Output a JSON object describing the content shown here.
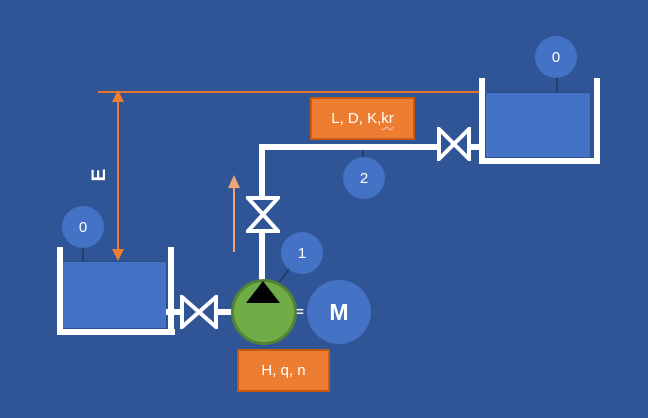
{
  "nodes": {
    "reservoir_upper": "0",
    "reservoir_lower": "0",
    "pump_suction": "1",
    "pipe_discharge": "2"
  },
  "motor_label": "M",
  "coupling_label": "=",
  "elevation_label": "E",
  "pipe_properties_prefix": "L, D, K, ",
  "pipe_properties_kr": "kr",
  "pump_properties": "H, q, n",
  "colors": {
    "background": "#2F5597",
    "node_blue": "#4472C4",
    "orange": "#ED7D31",
    "orange_border": "#C55A11",
    "pump_green": "#70AD47",
    "pump_green_border": "#548235",
    "flow_arrow_salmon": "#F0A478",
    "pipe_white": "#FFFFFF",
    "leader_line": "#1F3864"
  }
}
